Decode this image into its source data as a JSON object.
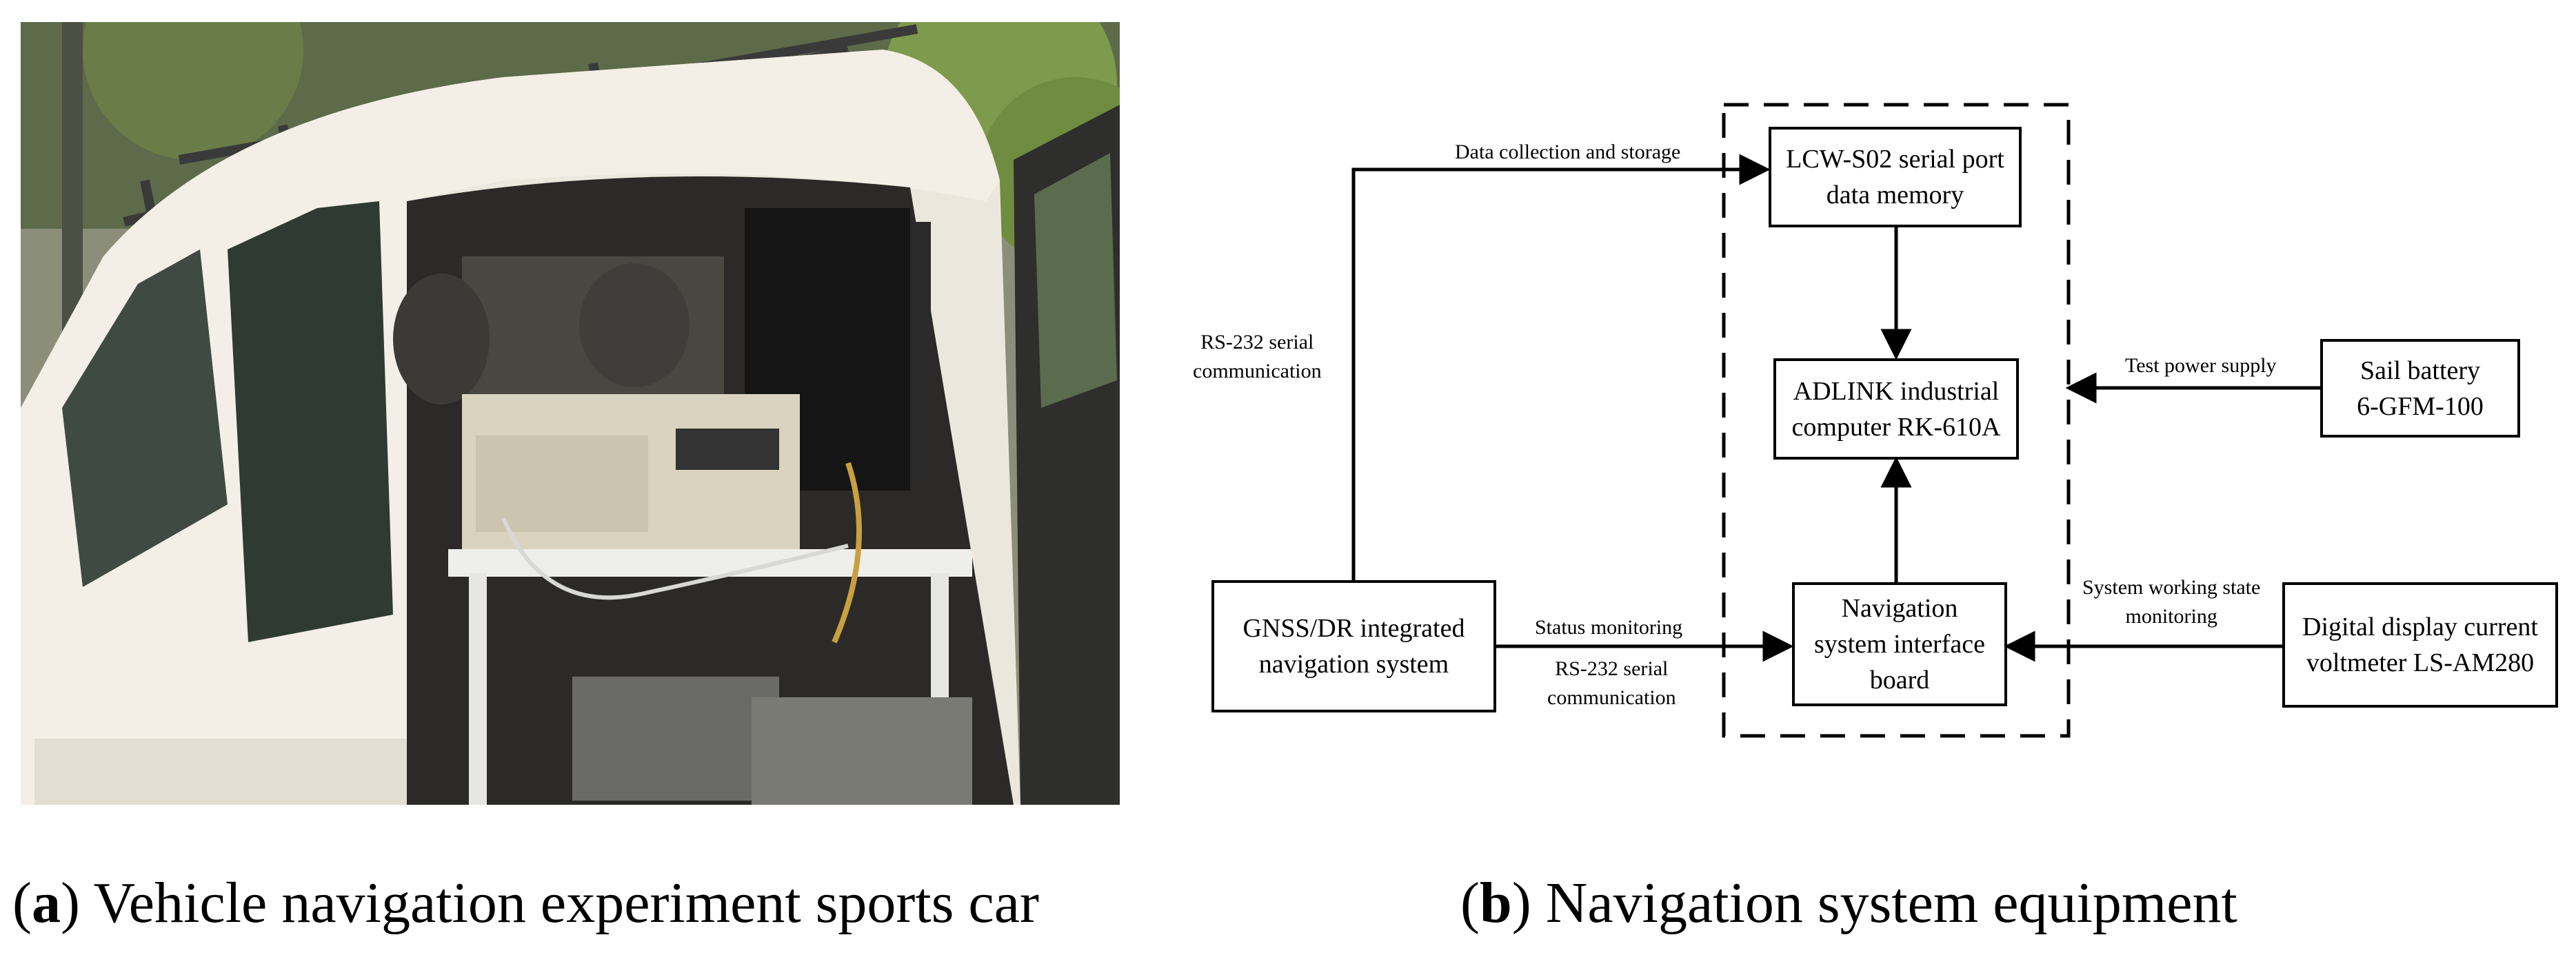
{
  "captions": {
    "a": {
      "letter": "a",
      "text": "Vehicle navigation experiment sports car"
    },
    "b": {
      "letter": "b",
      "text": "Navigation system equipment"
    }
  },
  "photo": {
    "subject": "White SUV rear cargo area with industrial computer, monitor and batteries on a rack"
  },
  "diagram": {
    "boxes": {
      "lcw": {
        "line1": "LCW-S02 serial port",
        "line2": "data memory"
      },
      "adlink": {
        "line1": "ADLINK industrial",
        "line2": "computer RK-610A"
      },
      "interface": {
        "line1": "Navigation",
        "line2": "system interface",
        "line3": "board"
      },
      "gnss": {
        "line1": "GNSS/DR integrated",
        "line2": "navigation system"
      },
      "battery": {
        "line1": "Sail battery",
        "line2": "6-GFM-100"
      },
      "voltmeter": {
        "line1": "Digital display current",
        "line2": "voltmeter LS-AM280"
      }
    },
    "labels": {
      "data_collection": "Data collection and storage",
      "rs232_left_1": "RS-232 serial",
      "rs232_left_2": "communication",
      "test_power": "Test power supply",
      "status_monitoring": "Status monitoring",
      "rs232_bottom_1": "RS-232 serial",
      "rs232_bottom_2": "communication",
      "sys_state_1": "System working state",
      "sys_state_2": "monitoring"
    }
  }
}
